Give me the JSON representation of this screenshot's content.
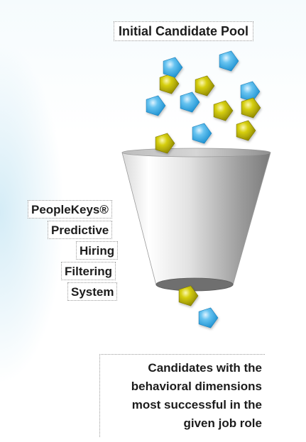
{
  "title": "Initial Candidate Pool",
  "system_label": [
    "PeopleKeys®",
    "Predictive",
    "Hiring",
    "Filtering",
    "System"
  ],
  "caption": [
    "Candidates with the",
    "behavioral dimensions",
    "most successful in the",
    "given job role"
  ],
  "colors": {
    "blue_ball": "#3aa8e0",
    "yellow_ball": "#c8c000",
    "funnel": "#a0a0a0",
    "background_glow": "#cde9f5"
  }
}
